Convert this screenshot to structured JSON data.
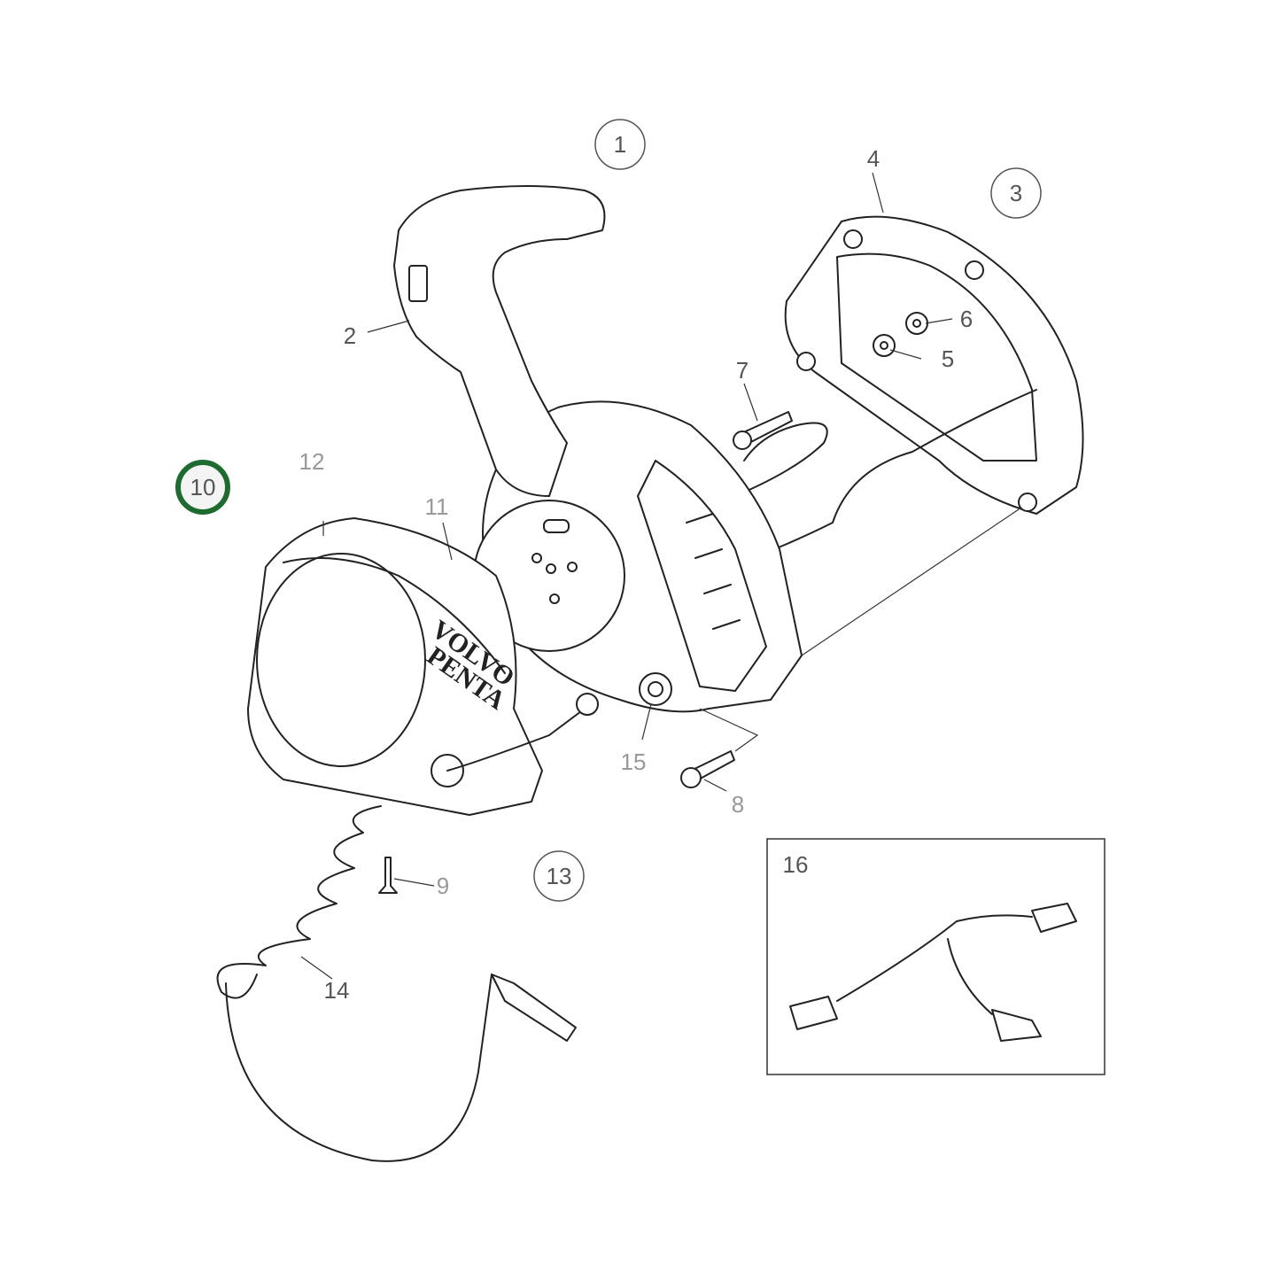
{
  "diagram": {
    "accent_color": "#1e6b30",
    "callouts": [
      {
        "label": "1",
        "circled": true,
        "highlighted": false
      },
      {
        "label": "2",
        "circled": false
      },
      {
        "label": "3",
        "circled": true,
        "highlighted": false
      },
      {
        "label": "4",
        "circled": false
      },
      {
        "label": "5",
        "circled": false
      },
      {
        "label": "6",
        "circled": false
      },
      {
        "label": "7",
        "circled": false
      },
      {
        "label": "8",
        "circled": false
      },
      {
        "label": "9",
        "circled": false
      },
      {
        "label": "10",
        "circled": true,
        "highlighted": true
      },
      {
        "label": "11",
        "circled": false
      },
      {
        "label": "12",
        "circled": false
      },
      {
        "label": "13",
        "circled": true,
        "highlighted": false
      },
      {
        "label": "14",
        "circled": false
      },
      {
        "label": "15",
        "circled": false
      },
      {
        "label": "16",
        "circled": false
      }
    ],
    "logo_text": [
      "VOLVO",
      "PENTA"
    ]
  }
}
